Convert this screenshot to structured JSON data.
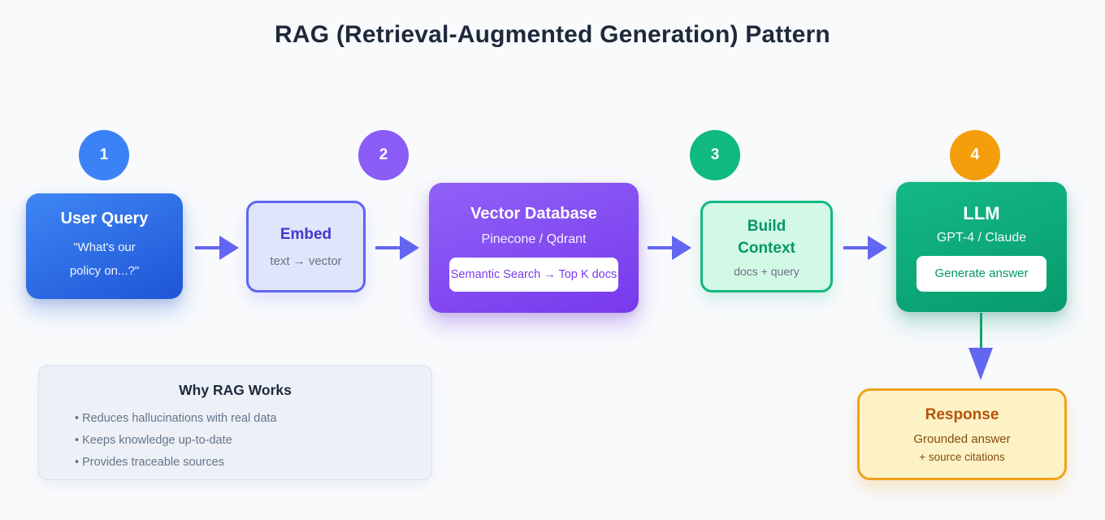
{
  "title": "RAG (Retrieval-Augmented Generation) Pattern",
  "steps": [
    {
      "number": "1",
      "color": "#3b82f6"
    },
    {
      "number": "2",
      "color": "#8b5cf6"
    },
    {
      "number": "3",
      "color": "#10b981"
    },
    {
      "number": "4",
      "color": "#f59e0b"
    }
  ],
  "nodes": {
    "user_query": {
      "title": "User Query",
      "subtitle": "\"What's our policy on...?\""
    },
    "embed": {
      "title": "Embed",
      "subtitle": "text → vector"
    },
    "vector_db": {
      "title": "Vector Database",
      "subtitle": "Pinecone / Qdrant",
      "badge": "Semantic Search → Top K docs"
    },
    "build_context": {
      "title": "Build Context",
      "subtitle": "docs + query"
    },
    "llm": {
      "title": "LLM",
      "subtitle": "GPT-4 / Claude",
      "badge": "Generate answer"
    },
    "response": {
      "title": "Response",
      "subtitle_line1": "Grounded answer",
      "subtitle_line2": "+ source citations"
    }
  },
  "why_rag": {
    "title": "Why RAG Works",
    "bullets": [
      "Reduces hallucinations with real data",
      "Keeps knowledge up-to-date",
      "Provides traceable sources"
    ]
  },
  "palette": {
    "background": "#f8fafc",
    "title_color": "#1e293b",
    "arrow_color": "#6366f1",
    "down_arrow_stem_color": "#10a371",
    "user_query_gradient": [
      "#3f86f4",
      "#1e55d6"
    ],
    "embed_bg": "#dfe5fb",
    "embed_border": "#6366f1",
    "embed_title_color": "#4338ca",
    "vector_db_gradient": [
      "#9061f8",
      "#7839ec"
    ],
    "vector_db_badge_text": "#7c3aed",
    "build_context_bg": "#d1fae5",
    "build_context_border": "#10b981",
    "build_context_title_color": "#059669",
    "llm_gradient": [
      "#14b985",
      "#079b6d"
    ],
    "llm_badge_text": "#059669",
    "response_bg": "#fef3c7",
    "response_border": "#f59e0b",
    "response_title_color": "#b45309",
    "why_rag_bg": "#edf1f7",
    "why_rag_border": "#d7deeb",
    "bullet_text_color": "#64748b"
  }
}
